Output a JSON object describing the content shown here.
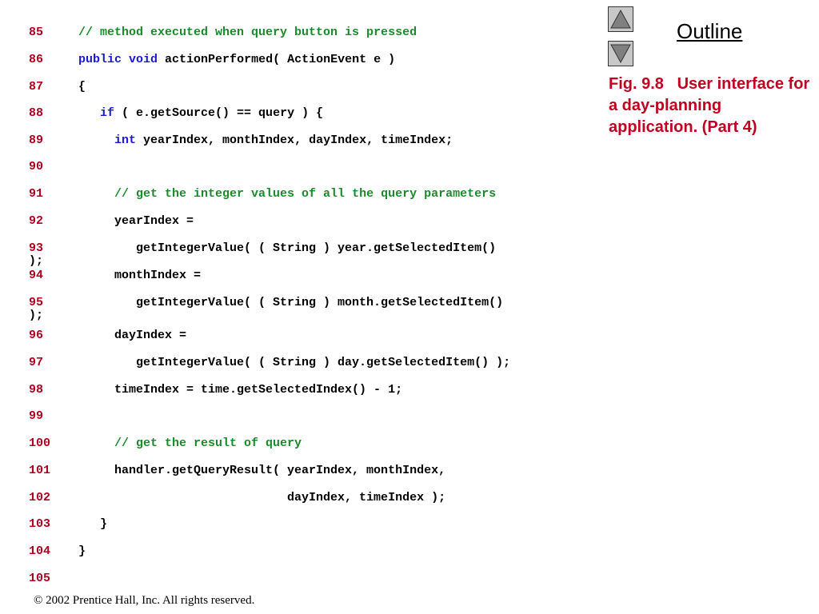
{
  "nav": {
    "up_icon": "up-triangle-icon",
    "down_icon": "down-triangle-icon",
    "outline_label": "Outline"
  },
  "caption": {
    "figure": "Fig. 9.8",
    "text": "User interface for a day-planning application. (Part 4)"
  },
  "code_lines": [
    {
      "n": "85",
      "parts": [
        [
          "cm",
          "// method executed when query button is pressed"
        ]
      ]
    },
    {
      "n": "86",
      "parts": [
        [
          "kw",
          "public"
        ],
        [
          "",
          " "
        ],
        [
          "kw",
          "void"
        ],
        [
          "",
          " actionPerformed( ActionEvent e )"
        ]
      ]
    },
    {
      "n": "87",
      "parts": [
        [
          "",
          "{"
        ]
      ]
    },
    {
      "n": "88",
      "parts": [
        [
          "",
          "   "
        ],
        [
          "kw",
          "if"
        ],
        [
          "",
          " ( e.getSource() == query ) {"
        ]
      ]
    },
    {
      "n": "89",
      "parts": [
        [
          "",
          "     "
        ],
        [
          "kw",
          "int"
        ],
        [
          "",
          " yearIndex, monthIndex, dayIndex, timeIndex;"
        ]
      ]
    },
    {
      "n": "90",
      "parts": []
    },
    {
      "n": "91",
      "parts": [
        [
          "",
          "     "
        ],
        [
          "cm",
          "// get the integer values of all the query parameters"
        ]
      ]
    },
    {
      "n": "92",
      "parts": [
        [
          "",
          "     yearIndex ="
        ]
      ]
    },
    {
      "n": "93",
      "parts": [
        [
          "",
          "        getIntegerValue( ( String ) year.getSelectedItem()"
        ]
      ],
      "wrap": ");"
    },
    {
      "n": "94",
      "parts": [
        [
          "",
          "     monthIndex ="
        ]
      ]
    },
    {
      "n": "95",
      "parts": [
        [
          "",
          "        getIntegerValue( ( String ) month.getSelectedItem()"
        ]
      ],
      "wrap": ");"
    },
    {
      "n": "96",
      "parts": [
        [
          "",
          "     dayIndex ="
        ]
      ]
    },
    {
      "n": "97",
      "parts": [
        [
          "",
          "        getIntegerValue( ( String ) day.getSelectedItem() );"
        ]
      ]
    },
    {
      "n": "98",
      "parts": [
        [
          "",
          "     timeIndex = time.getSelectedIndex() - 1;"
        ]
      ]
    },
    {
      "n": "99",
      "parts": []
    },
    {
      "n": "100",
      "parts": [
        [
          "",
          "     "
        ],
        [
          "cm",
          "// get the result of query"
        ]
      ]
    },
    {
      "n": "101",
      "parts": [
        [
          "",
          "     handler.getQueryResult( yearIndex, monthIndex,"
        ]
      ]
    },
    {
      "n": "102",
      "parts": [
        [
          "",
          "                             dayIndex, timeIndex );"
        ]
      ]
    },
    {
      "n": "103",
      "parts": [
        [
          "",
          "   }"
        ]
      ]
    },
    {
      "n": "104",
      "parts": [
        [
          "",
          "}"
        ]
      ]
    },
    {
      "n": "105",
      "parts": []
    }
  ],
  "footer": "© 2002 Prentice Hall, Inc.  All rights reserved.",
  "colors": {
    "line_number": "#b00020",
    "keyword": "#1a1acc",
    "comment": "#1a8a2a",
    "caption": "#c00020",
    "nav_button": "#c8c8c8",
    "nav_triangle": "#808080"
  }
}
